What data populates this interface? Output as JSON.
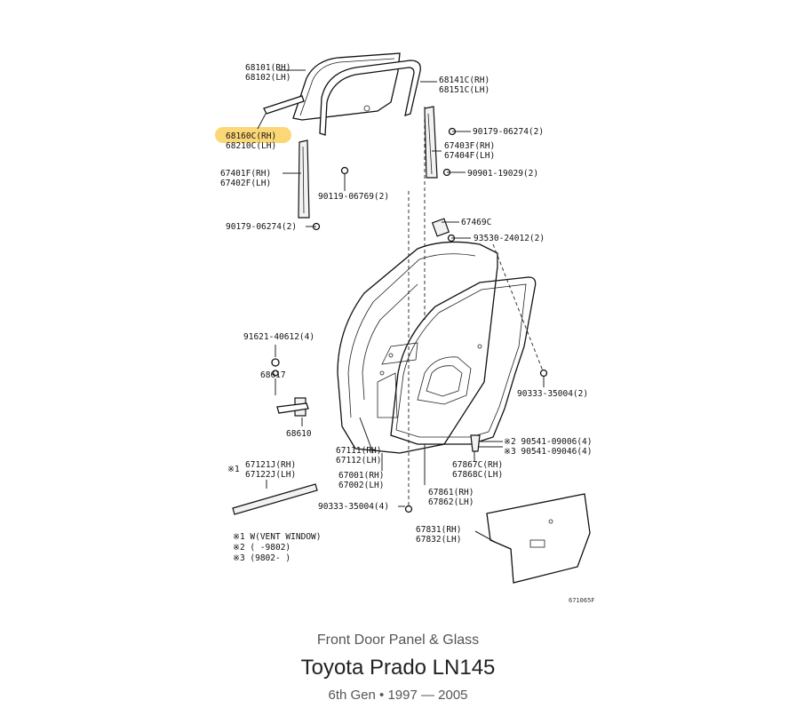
{
  "diagram": {
    "parts": {
      "p68101": "68101(RH)",
      "p68102": "68102(LH)",
      "p68141": "68141C(RH)",
      "p68151": "68151C(LH)",
      "p68160": "68160C(RH)",
      "p68210": "68210C(LH)",
      "p90179a": "90179-06274(2)",
      "p67403": "67403F(RH)",
      "p67404": "67404F(LH)",
      "p67401": "67401F(RH)",
      "p67402": "67402F(LH)",
      "p90901": "90901-19029(2)",
      "p90119": "90119-06769(2)",
      "p90179b": "90179-06274(2)",
      "p67469": "67469C",
      "p93530": "93530-24012(2)",
      "p91621": "91621-40612(4)",
      "p68617": "68617",
      "p90333a": "90333-35004(2)",
      "p68610": "68610",
      "p90541a": "※2 90541-09006(4)",
      "p90541b": "※3 90541-09046(4)",
      "p67111": "67111(RH)",
      "p67112": "67112(LH)",
      "p67121": "67121J(RH)",
      "p67122": "67122J(LH)",
      "p67867": "67867C(RH)",
      "p67868": "67868C(LH)",
      "p67001": "67001(RH)",
      "p67002": "67002(LH)",
      "p67861": "67861(RH)",
      "p67862": "67862(LH)",
      "p90333b": "90333-35004(4)",
      "p67831": "67831(RH)",
      "p67832": "67832(LH)"
    },
    "mark1": "※1",
    "notes": [
      "※1 W(VENT WINDOW)",
      "※2 (    -9802)",
      "※3 (9802-    )"
    ],
    "figure_code": "671065F"
  },
  "caption": {
    "section": "Front Door Panel & Glass",
    "model": "Toyota Prado LN145",
    "generation": "6th Gen • 1997 — 2005"
  },
  "colors": {
    "highlight": "#f9c94b"
  }
}
